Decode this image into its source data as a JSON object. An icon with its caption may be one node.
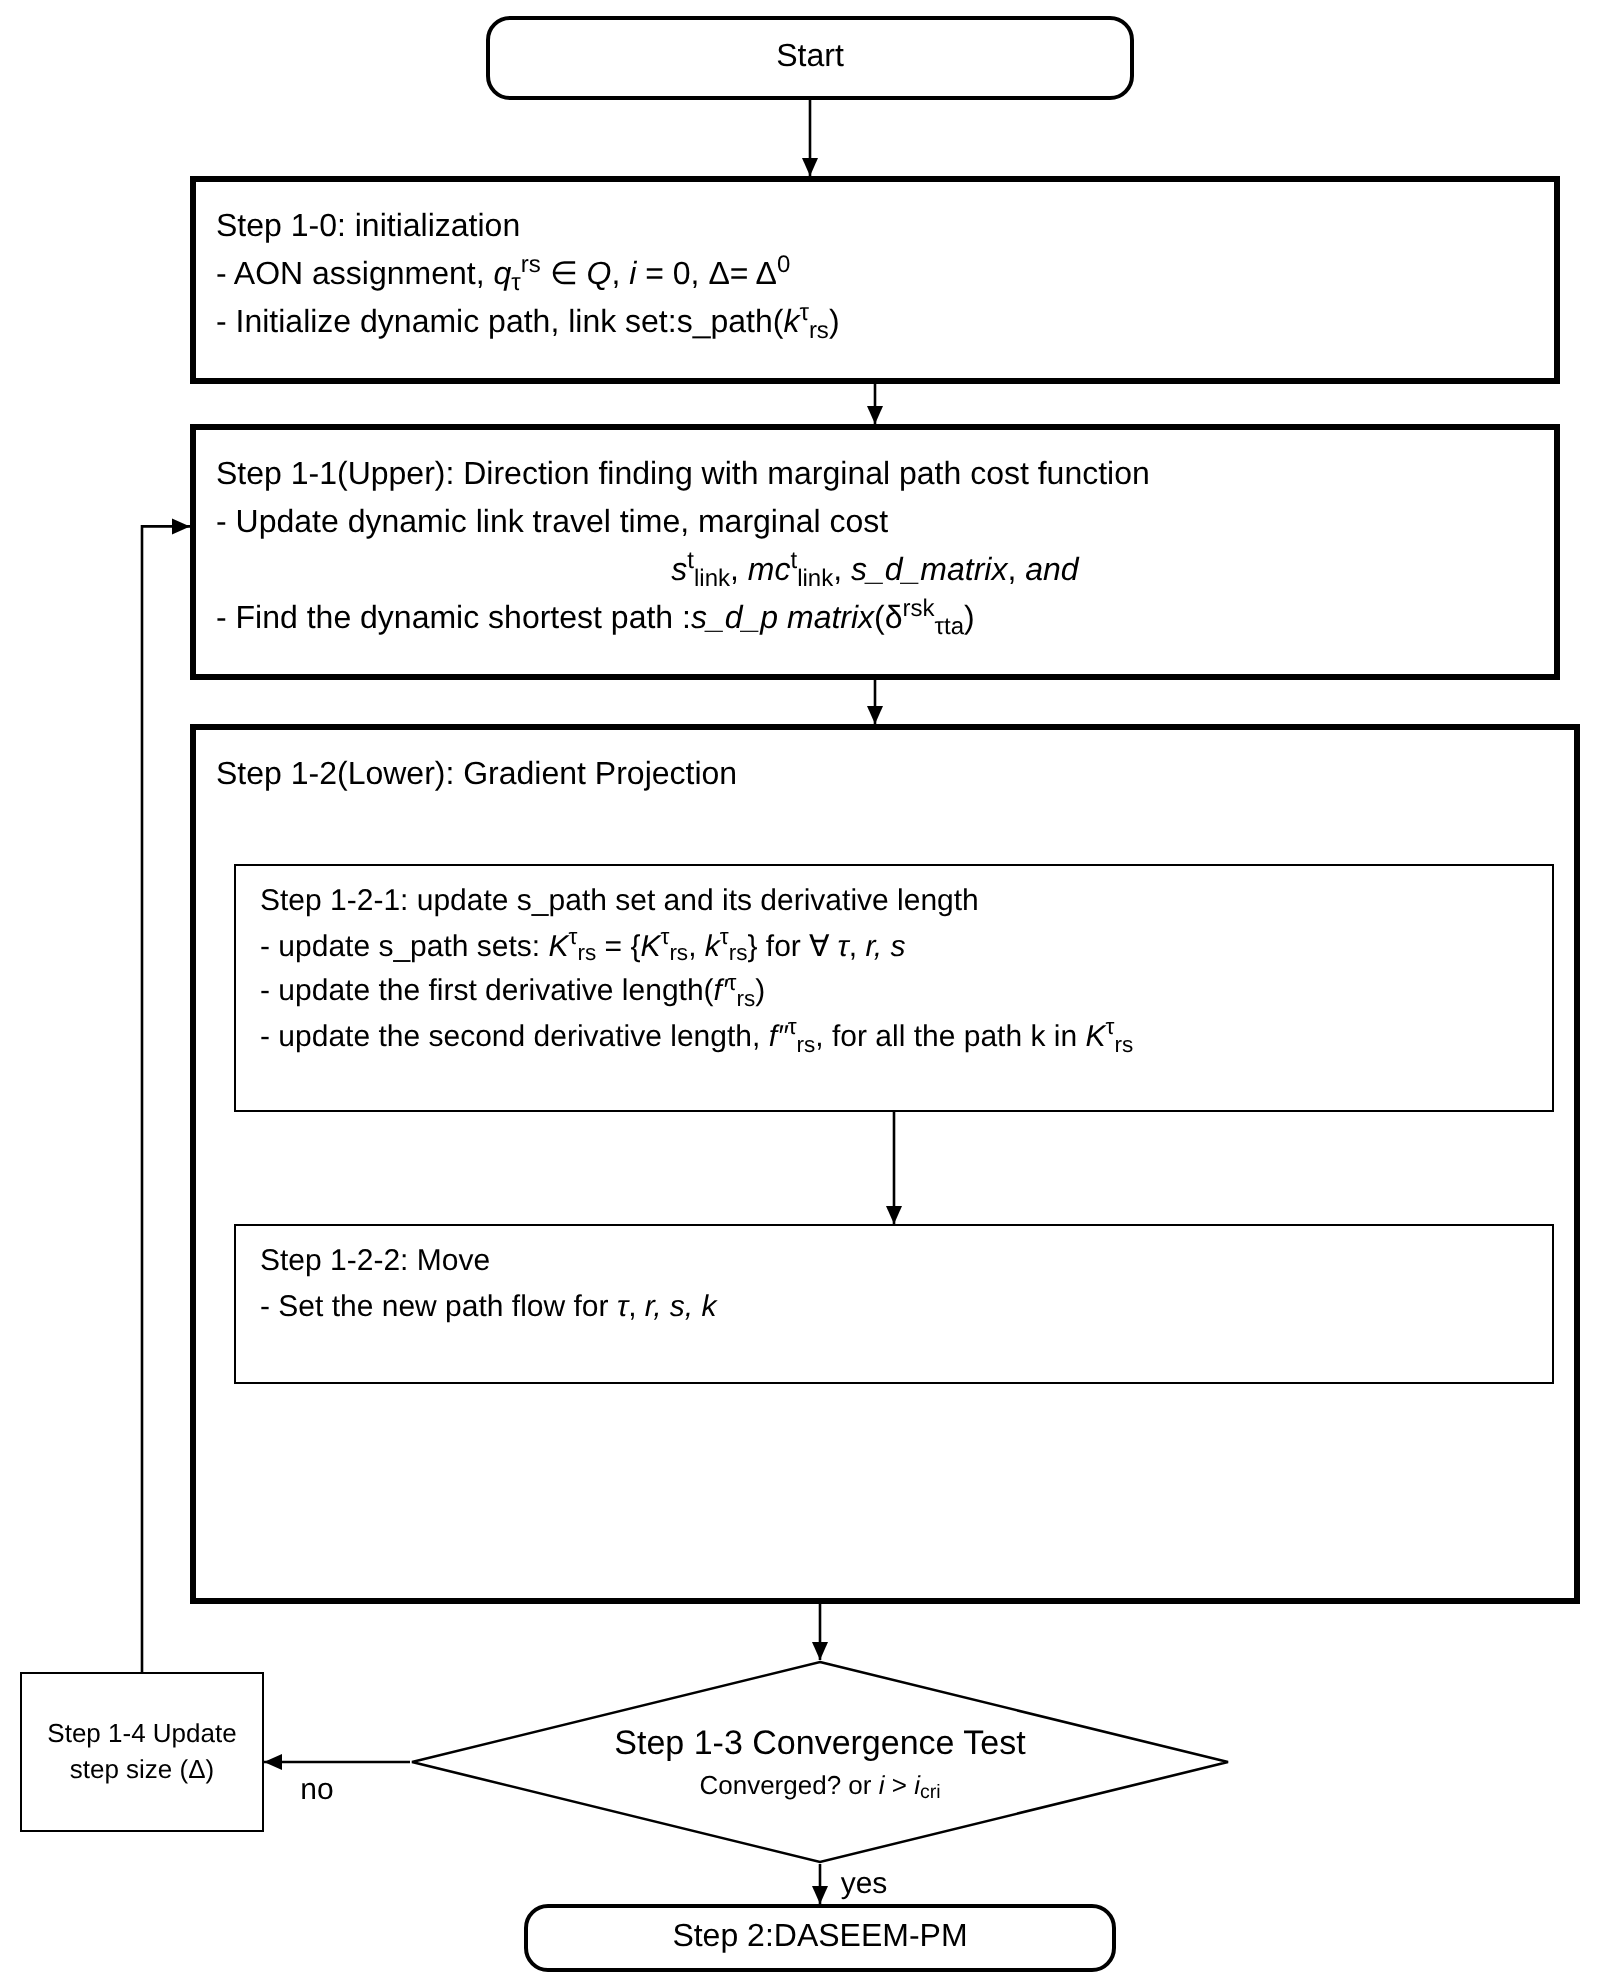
{
  "diagram": {
    "nodes": [
      {
        "text": [
          "Start"
        ]
      },
      {
        "text": [
          "Step 1-0: initialization",
          "- AON assignment, *q*$_{τ}$$^{rs}$ ∈ *Q*, *i* = 0, Δ= Δ$^{0}$",
          "- Initialize dynamic path, link set:s_path(*k*$^{τ}$$_{rs}$)"
        ]
      },
      {
        "text": [
          "Step 1-1(Upper):  Direction finding with marginal path cost function",
          "- Update dynamic link travel time, marginal cost",
          "*s*$^{t}$$_{link}$, *mc*$^{t}$$_{link}$, *s_d_matrix*, *and*",
          "- Find the dynamic shortest path :*s_d_p matrix*(δ$^{rsk}$$_{τta}$)"
        ]
      },
      {
        "text": [
          "Step 1-2(Lower):  Gradient Projection"
        ]
      },
      {
        "text": [
          "Step 1-2-1: update s_path set and its derivative length",
          "- update s_path sets: *K*$^{τ}$$_{rs}$ = {*K*$^{τ}$$_{rs}$, *k*$^{τ}$$_{rs}$} for ∀ *τ*, *r, s*",
          "- update the first derivative length(*f′*$^{τ}$$_{rs}$)",
          "- update the second derivative length, *f″*$^{τ}$$_{rs}$, for all the path k in *K*$^{τ}$$_{rs}$"
        ],
        "in": 3
      },
      {
        "text": [
          "Step 1-2-2: Move",
          "- Set the new path flow for *τ*, *r, s, k*"
        ],
        "in": 3
      },
      {
        "text": [
          "Step 1-3 Convergence Test",
          "Converged? or *i* > *i*$_{cri}$"
        ]
      },
      {
        "text": [
          "Step 1-4 Update step size (Δ)"
        ]
      },
      {
        "text": [
          "Step 2:DASEEM-PM"
        ]
      }
    ],
    "edges": [
      {
        "from": 0,
        "to": 1,
        "arrow": "to"
      },
      {
        "from": 1,
        "to": 2,
        "arrow": "to"
      },
      {
        "from": 2,
        "to": 3,
        "arrow": "to"
      },
      {
        "from": 4,
        "to": 5,
        "arrow": "to"
      },
      {
        "from": 3,
        "to": 6,
        "arrow": "to"
      },
      {
        "from": 6,
        "to": 7,
        "arrow": "to",
        "label": "no"
      },
      {
        "from": 7,
        "to": 2,
        "arrow": "to"
      },
      {
        "from": 6,
        "to": 8,
        "arrow": "to",
        "label": "yes"
      }
    ]
  }
}
